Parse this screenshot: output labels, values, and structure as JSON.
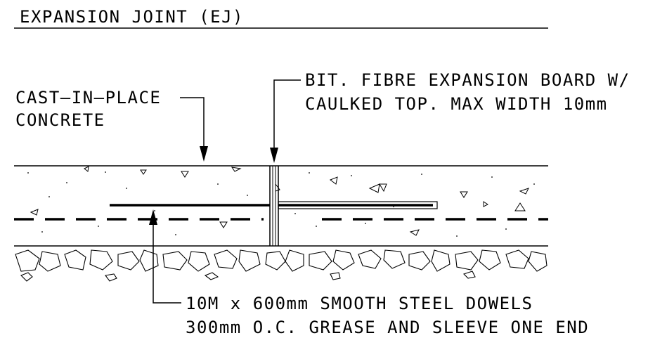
{
  "title": "EXPANSION JOINT (EJ)",
  "labels": {
    "concrete_line1": "CAST–IN–PLACE",
    "concrete_line2": "CONCRETE",
    "board_line1": "BIT. FIBRE EXPANSION BOARD W/",
    "board_line2": "CAULKED TOP. MAX WIDTH 10mm",
    "dowel_line1": "10M x 600mm SMOOTH STEEL DOWELS",
    "dowel_line2": "300mm O.C. GREASE AND SLEEVE ONE END"
  }
}
